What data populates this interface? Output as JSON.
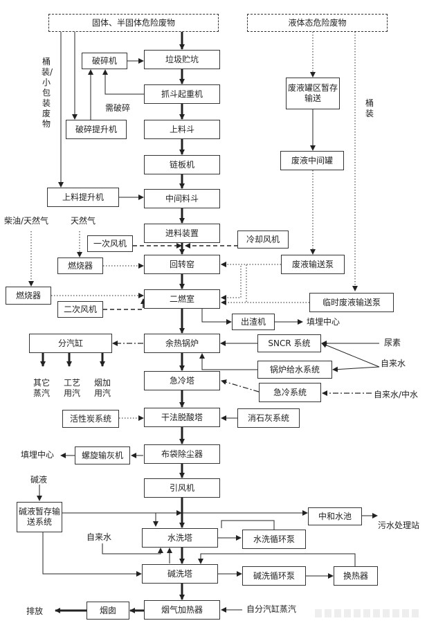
{
  "sources": {
    "solid": "固体、半固体危险废物",
    "liquid": "液体态危险废物"
  },
  "boxes": {
    "crusher": "破碎机",
    "pit": "垃圾贮坑",
    "grab_crane": "抓斗起重机",
    "crusher_hoist": "破碎提升机",
    "feed_hopper": "上料斗",
    "chain_conveyor": "链板机",
    "loading_hoist": "上料提升机",
    "mid_hopper": "中间料斗",
    "feeder": "进料装置",
    "primary_fan": "一次风机",
    "cooling_fan": "冷却风机",
    "burner_1": "燃烧器",
    "kiln": "回转窑",
    "waste_pump": "废液输送泵",
    "burner_2": "燃烧器",
    "secondary_fan": "二次风机",
    "second_chamber": "二燃室",
    "temp_pump": "临时废液输送泵",
    "slag_remover": "出渣机",
    "steam_header": "分汽缸",
    "boiler": "余热锅炉",
    "sncr": "SNCR 系统",
    "boiler_feed": "锅炉给水系统",
    "quench_tower": "急冷塔",
    "quench_system": "急冷系统",
    "carbon_system": "活性炭系统",
    "dry_deacid": "干法脱酸塔",
    "lime_system": "消石灰系统",
    "screw_conveyor": "螺旋输灰机",
    "baghouse": "布袋除尘器",
    "id_fan": "引风机",
    "alkali_storage": "碱液暂存输送系统",
    "neutral_pool": "中和水池",
    "water_scrubber": "水洗塔",
    "water_pump": "水洗循环泵",
    "alkali_scrubber": "碱洗塔",
    "alkali_pump": "碱洗循环泵",
    "heat_exchanger": "换热器",
    "chimney": "烟囱",
    "flue_heater": "烟气加热器",
    "tank_area": "废液罐区暂存输送",
    "mid_tank": "废液中间罐"
  },
  "labels": {
    "barrel_small": "桶装/小包装废物",
    "barrel": "桶装",
    "need_crush": "需破碎",
    "diesel_gas": "柴油/天然气",
    "natural_gas": "天然气",
    "landfill_1": "填埋中心",
    "landfill_2": "填埋中心",
    "urea": "尿素",
    "tap_water_1": "自来水",
    "tap_reclaimed": "自来水/中水",
    "other_steam": "其它蒸汽",
    "process_steam": "工艺用汽",
    "humidify_steam": "烟加用汽",
    "alkali": "碱液",
    "sewage_plant": "污水处理站",
    "tap_water_2": "自来水",
    "self_steam": "自分汽缸蒸汽",
    "emission": "排放"
  }
}
